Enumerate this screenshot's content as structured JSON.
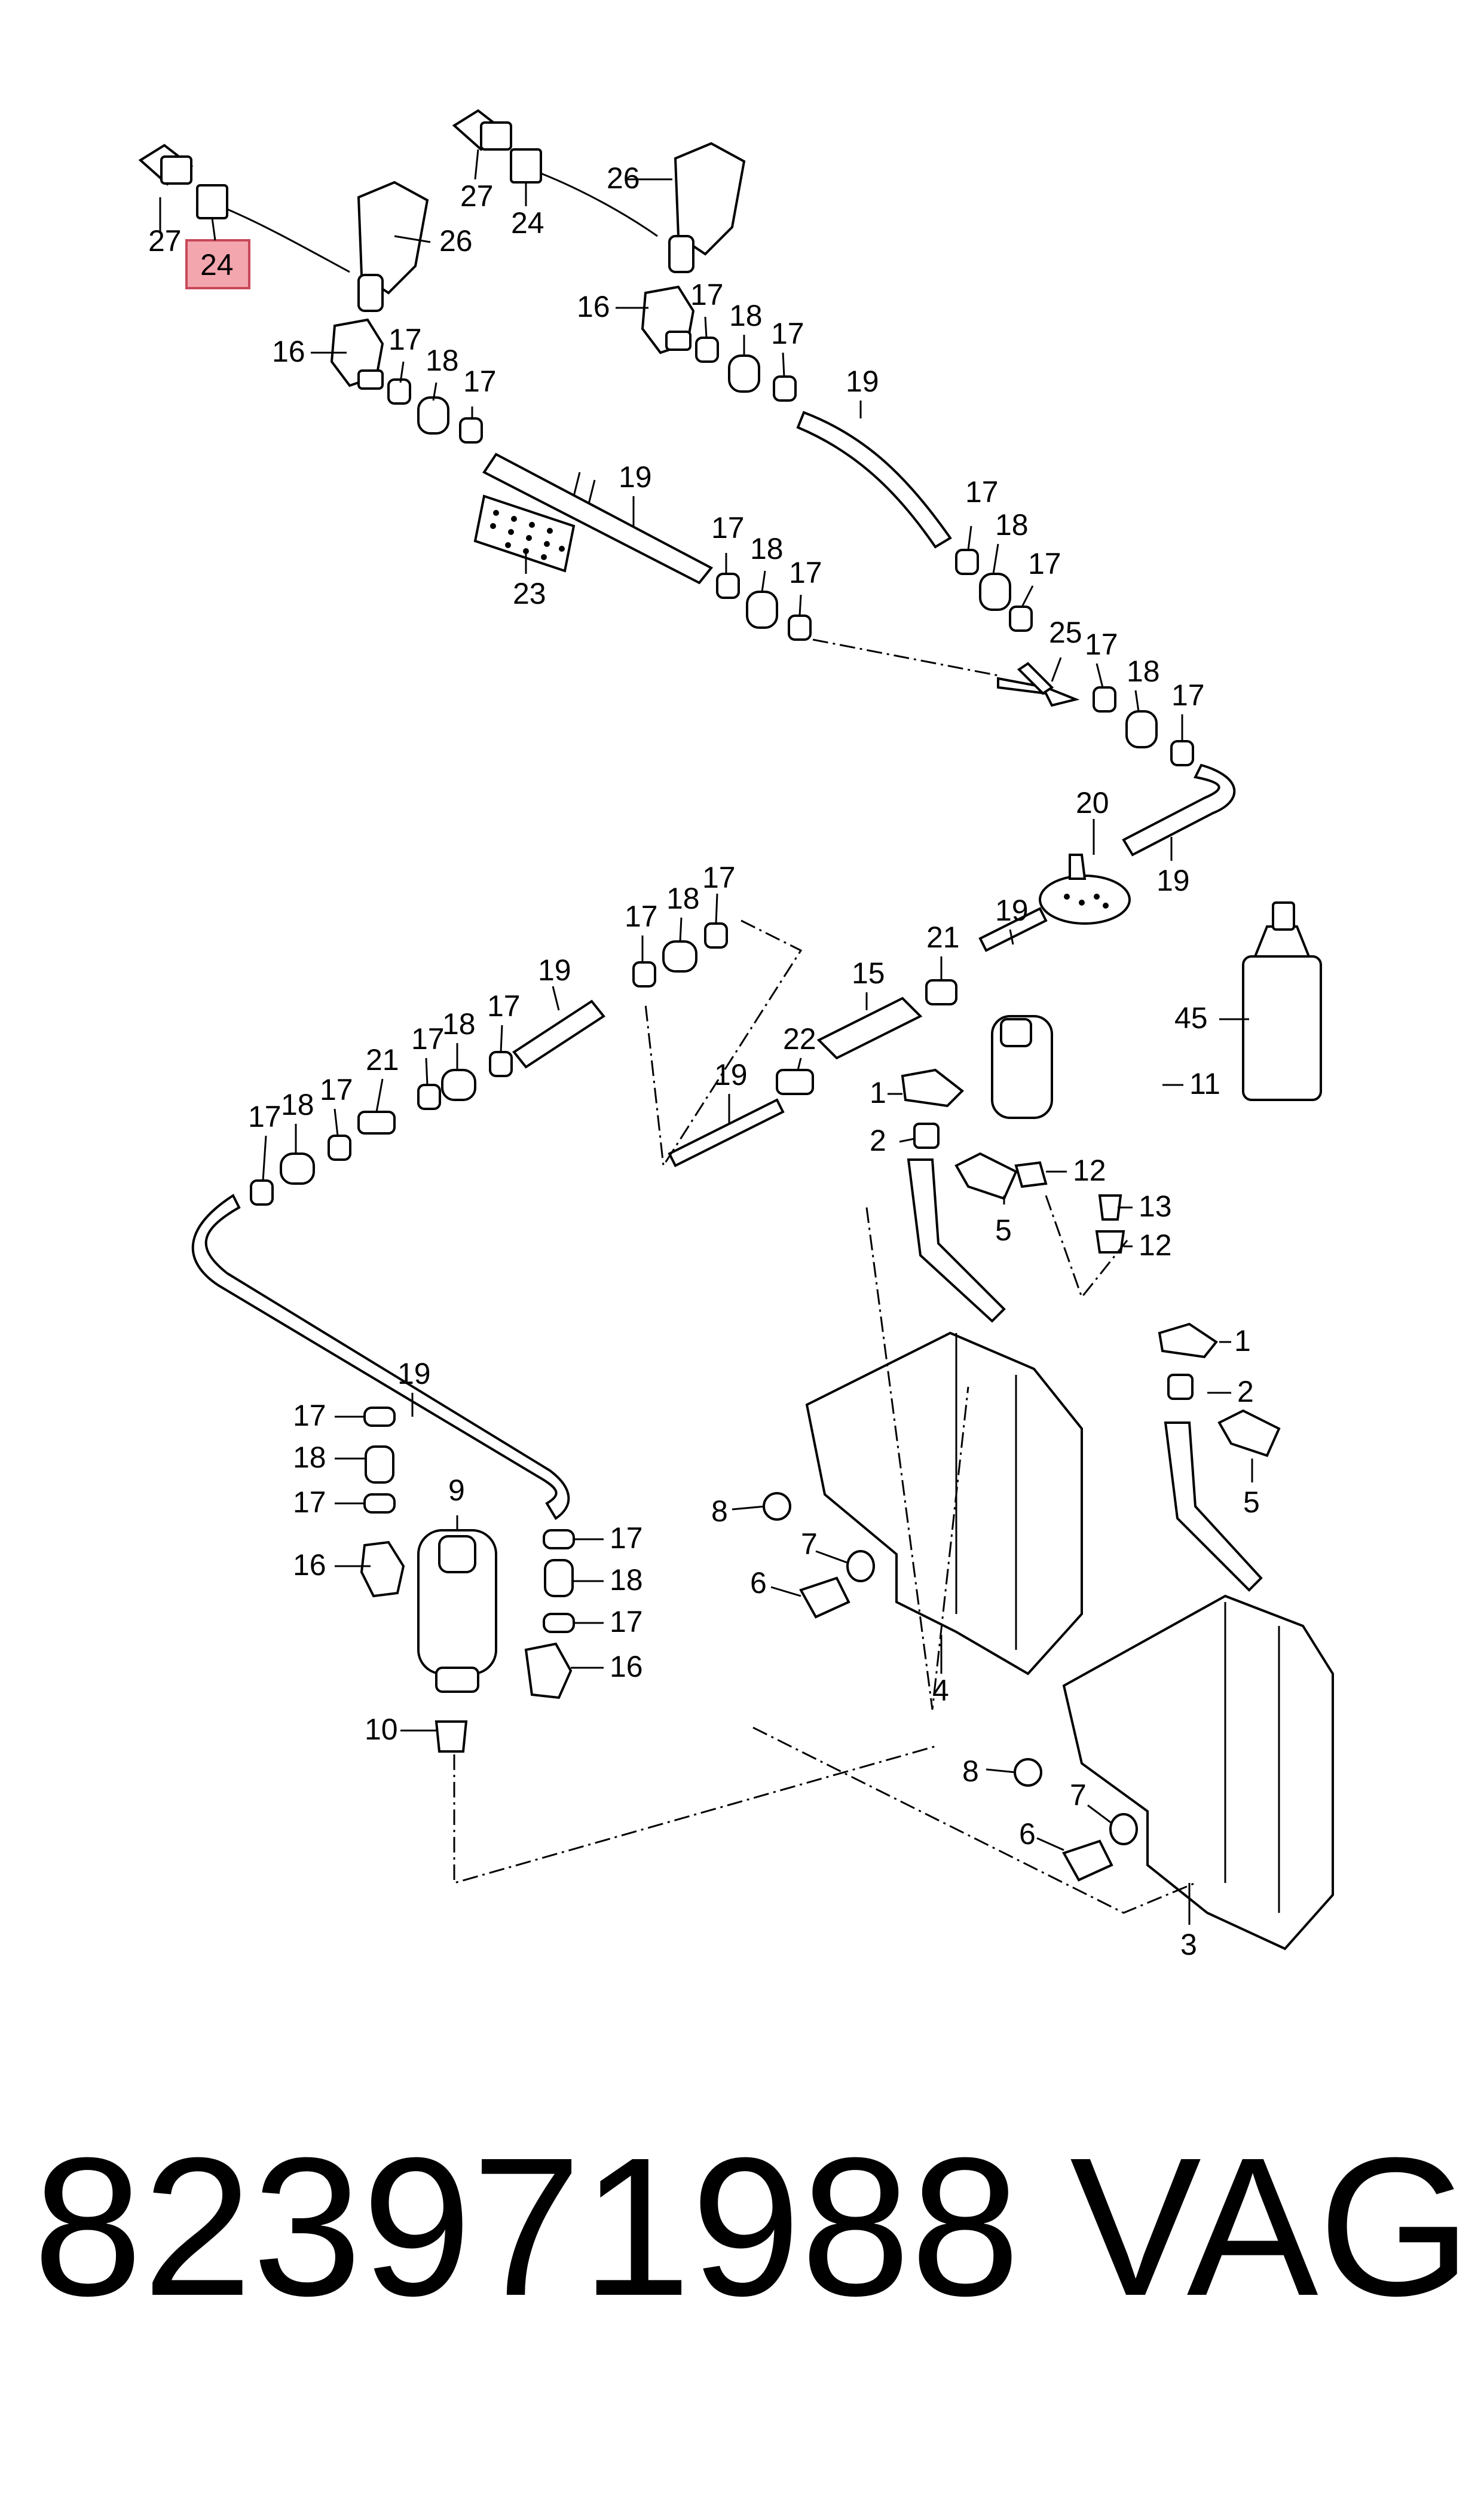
{
  "diagram": {
    "highlight_color": "#f4a6ae",
    "labels": {
      "l27a": "27",
      "l24a": "24",
      "l26a": "26",
      "l16a": "16",
      "l17a": "17",
      "l18a": "18",
      "l17b": "17",
      "l19a": "19",
      "l23": "23",
      "l17c": "17",
      "l18b": "18",
      "l17d": "17",
      "l27b": "27",
      "l24b": "24",
      "l26b": "26",
      "l16b": "16",
      "l17e": "17",
      "l18c": "18",
      "l17f": "17",
      "l19b": "19",
      "l17g": "17",
      "l18d": "18",
      "l17h": "17",
      "l25": "25",
      "l17i": "17",
      "l18e": "18",
      "l17j": "17",
      "l20": "20",
      "l19c": "19",
      "l17k": "17",
      "l18f": "18",
      "l17l": "17",
      "l19d": "19",
      "l21a": "21",
      "l19e": "19",
      "l15": "15",
      "l22": "22",
      "l19f": "19",
      "l45": "45",
      "l17m": "17",
      "l18g": "18",
      "l17n": "17",
      "l21b": "21",
      "l17o": "17",
      "l18h": "18",
      "l17p": "17",
      "l1a": "1",
      "l11": "11",
      "l2a": "2",
      "l12a": "12",
      "l5a": "5",
      "l13": "13",
      "l12b": "12",
      "l19g": "19",
      "l17q": "17",
      "l18i": "18",
      "l17r": "17",
      "l16c": "16",
      "l9": "9",
      "l10": "10",
      "l17s": "17",
      "l18j": "18",
      "l17t": "17",
      "l16d": "16",
      "l8a": "8",
      "l7a": "7",
      "l6a": "6",
      "l4": "4",
      "l1b": "1",
      "l2b": "2",
      "l5b": "5",
      "l8b": "8",
      "l7b": "7",
      "l6b": "6",
      "l3": "3"
    }
  },
  "footer": {
    "part_number": "823971988",
    "brand": "VAG"
  }
}
